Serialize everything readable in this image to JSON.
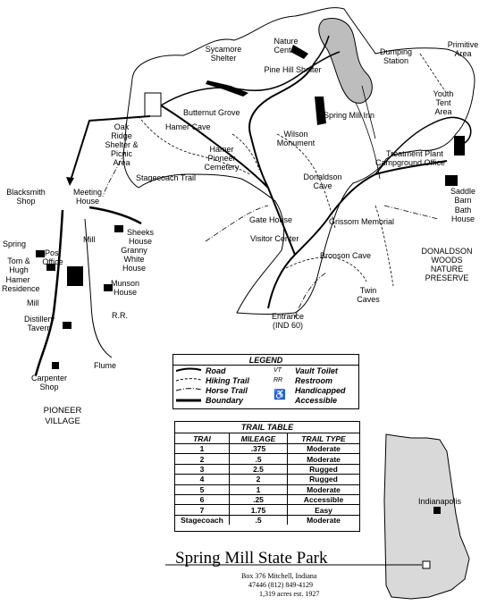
{
  "title": "Spring Mill State Park",
  "address": {
    "line1": "Box 376  Mitchell, Indiana",
    "line2": "47446  (812) 849-4129",
    "line3": "1,319 acres  est. 1927"
  },
  "labels": {
    "sycamore_shelter": "Sycamore Shelter",
    "nature_center": "Nature Center",
    "pine_hill_shelter": "Pine Hill Shelter",
    "dumping_station": "Dumping Station",
    "primitive_area": "Primitive Area",
    "youth_tent_area": "Youth Tent Area",
    "butternut_grove": "Butternut Grove",
    "spring_mill_inn": "Spring Mill Inn",
    "hamer_cave": "Hamer Cave",
    "oak_ridge": "Oak Ridge Shelter & Picnic Area",
    "wilson_monument": "Wilson Monument",
    "treatment_plant": "Treatment Plant",
    "campground_office": "Campground Office",
    "hamer_cemetery": "Hamer Pioneer Cemetery",
    "stagecoach_trail": "Stagecoach Trail",
    "donaldson_cave": "Donaldson Cave",
    "saddle_barn": "Saddle Barn",
    "bath_house": "Bath House",
    "blacksmith_shop": "Blacksmith Shop",
    "meeting_house": "Meeting House",
    "gate_house": "Gate House",
    "grissom_memorial": "Grissom Memorial",
    "visitor_center": "Visitor Center",
    "donaldson_woods": "DONALDSON WOODS NATURE PRESERVE",
    "sheeks_house": "Sheeks House",
    "spring": "Spring",
    "post_office": "Post Office",
    "mill_top": "Mill",
    "granny_white": "Granny White House",
    "tom_hugh": "Tom & Hugh",
    "hamer_residence": "Hamer Residence",
    "mill": "Mill",
    "munson_house": "Munson House",
    "bronson_cave": "Bronson Cave",
    "twin_caves": "Twin Caves",
    "rr": "R.R.",
    "entrance": "Entrance (IND 60)",
    "distillery": "Distillery Tavern",
    "flume": "Flume",
    "carpenter_shop": "Carpenter Shop",
    "pioneer_village": "PIONEER VILLAGE",
    "indianapolis": "Indianapolis",
    "trail_numbers": [
      "1",
      "2",
      "3",
      "4",
      "5",
      "6",
      "7"
    ]
  },
  "legend": {
    "title": "LEGEND",
    "road": "Road",
    "hiking_trail": "Hiking Trail",
    "horse_trail": "Horse Trail",
    "boundary": "Boundary",
    "vault_toilet_sym": "VT",
    "vault_toilet": "Vault Toilet",
    "restroom_sym": "RR",
    "restroom": "Restroom",
    "handicapped_sym": "♿",
    "handicapped": "Handicapped Accessible"
  },
  "trail_table": {
    "title": "TRAIL TABLE",
    "headers": [
      "TRAI",
      "MILEAGE",
      "TRAIL TYPE"
    ],
    "rows": [
      [
        "1",
        ".375",
        "Moderate"
      ],
      [
        "2",
        ".5",
        "Moderate"
      ],
      [
        "3",
        "2.5",
        "Rugged"
      ],
      [
        "4",
        "2",
        "Rugged"
      ],
      [
        "5",
        "1",
        "Moderate"
      ],
      [
        "6",
        ".25",
        "Accessible"
      ],
      [
        "7",
        "1.75",
        "Easy"
      ],
      [
        "Stagecoach",
        ".5",
        "Moderate"
      ]
    ]
  }
}
